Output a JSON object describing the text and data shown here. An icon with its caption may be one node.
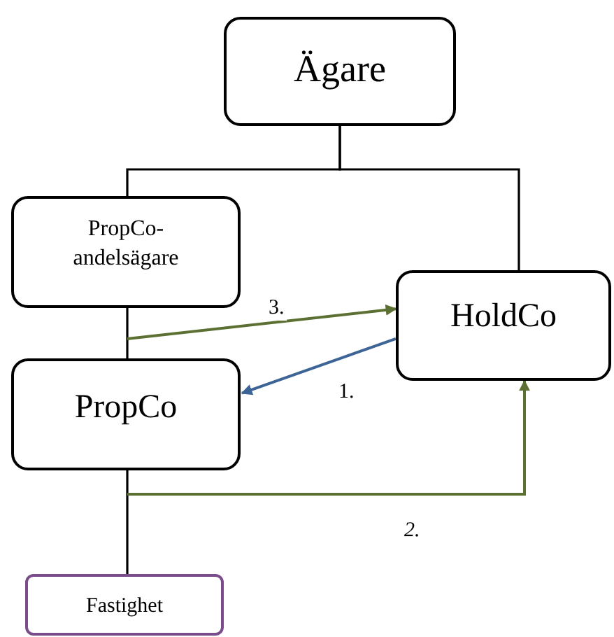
{
  "diagram": {
    "nodes": [
      {
        "text": [
          "Ägare"
        ]
      },
      {
        "text": [
          "PropCo- andelsägare"
        ]
      },
      {
        "text": [
          "HoldCo"
        ]
      },
      {
        "text": [
          "PropCo"
        ]
      },
      {
        "text": [
          "Fastighet"
        ]
      }
    ],
    "edges": [
      {
        "from": 0,
        "to": 1,
        "arrow": "none"
      },
      {
        "from": 0,
        "to": 2,
        "arrow": "none"
      },
      {
        "from": 1,
        "to": 3,
        "arrow": "none"
      },
      {
        "from": 3,
        "to": 4,
        "arrow": "none"
      },
      {
        "from": 2,
        "to": 3,
        "arrow": "to",
        "label": "1.",
        "color": "#3c6496"
      },
      {
        "from": null,
        "to": 2,
        "arrow": "to",
        "label": "2.",
        "color": "#5b7032"
      },
      {
        "from": null,
        "to": 2,
        "arrow": "to",
        "label": "3.",
        "color": "#5b7032"
      }
    ]
  }
}
